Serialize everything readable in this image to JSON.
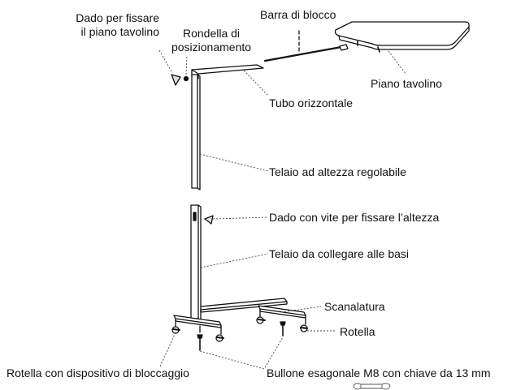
{
  "labels": {
    "nut_table": "Dado per fissare il piano tavolino",
    "nut_table_line1": "Dado per fissare",
    "nut_table_line2": "il piano tavolino",
    "washer_line1": "Rondella di",
    "washer_line2": "posizionamento",
    "lock_bar": "Barra di blocco",
    "table_top": "Piano tavolino",
    "horizontal_tube": "Tubo orizzontale",
    "adjustable_frame": "Telaio ad altezza regolabile",
    "height_nut": "Dado con vite per fissare l’altezza",
    "base_frame": "Telaio da collegare alle basi",
    "groove": "Scanalatura",
    "caster": "Rotella",
    "locking_caster": "Rotella con dispositivo di bloccaggio",
    "hex_bolt": "Bullone esagonale M8 con chiave da 13 mm"
  },
  "colors": {
    "ink": "#111111",
    "leader": "#444444",
    "background": "#ffffff"
  },
  "icons": {
    "wrench": "wrench-icon"
  }
}
